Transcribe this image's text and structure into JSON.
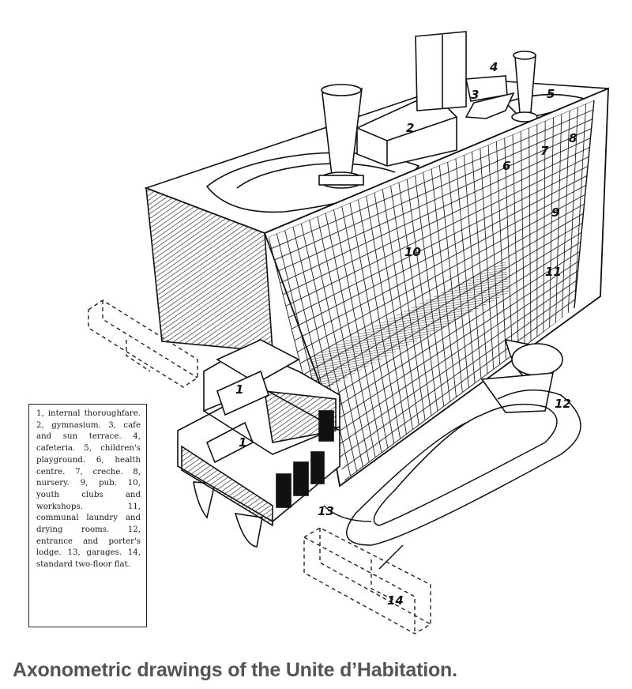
{
  "labels": {
    "l1a": "1",
    "l1b": "1",
    "l2": "2",
    "l3": "3",
    "l4": "4",
    "l5": "5",
    "l6": "6",
    "l7": "7",
    "l8": "8",
    "l9": "9",
    "l10": "10",
    "l11": "11",
    "l12": "12",
    "l13": "13",
    "l14": "14"
  },
  "legend_text": "1, internal thoroughfare. 2, gymnasium. 3, cafe and sun terrace. 4, cafeteria. 5, children's playground. 6, health centre. 7, creche. 8, nursery. 9, pub. 10, youth clubs and workshops. 11, communal laundry and drying rooms. 12, entrance and porter's lodge. 13, garages. 14, standard two-floor flat.",
  "caption": "Axonometric drawings of the Unite d’Habitation."
}
